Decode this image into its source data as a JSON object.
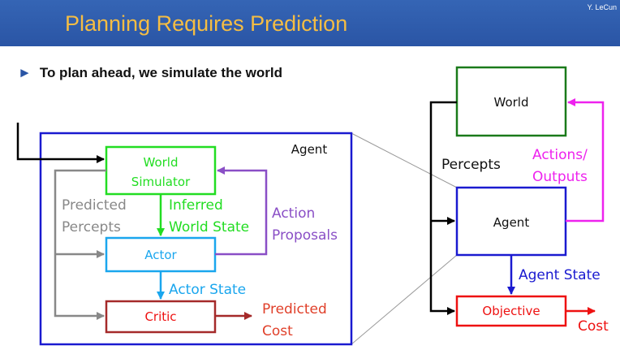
{
  "header": {
    "title": "Planning Requires Prediction",
    "author": "Y. LeCun"
  },
  "bullet": {
    "marker": "►",
    "text": "To plan ahead, we simulate the world"
  },
  "agent_diagram": {
    "container_label": "Agent",
    "world_simulator": [
      "World",
      "Simulator"
    ],
    "actor": "Actor",
    "critic": "Critic",
    "predicted_percepts": [
      "Predicted",
      "Percepts"
    ],
    "inferred_world_state": [
      "Inferred",
      "World State"
    ],
    "action_proposals": [
      "Action",
      "Proposals"
    ],
    "actor_state": "Actor State",
    "predicted_cost": [
      "Predicted",
      "Cost"
    ]
  },
  "world_diagram": {
    "world": "World",
    "agent": "Agent",
    "objective": "Objective",
    "percepts": "Percepts",
    "actions_outputs": [
      "Actions/",
      "Outputs"
    ],
    "agent_state": "Agent State",
    "cost": "Cost"
  },
  "colors": {
    "banner": "#2a55a5",
    "title": "#f5bd43",
    "agent_border": "#1a1ad0",
    "simulator": "#22dd22",
    "actor": "#1aa6ee",
    "critic": "#a52a2a",
    "action": "#8a4fc6",
    "gray": "#888888",
    "cost": "#e0402a",
    "world": "#1a7a1a",
    "magenta": "#ee22ee",
    "objective": "#ee1111"
  }
}
